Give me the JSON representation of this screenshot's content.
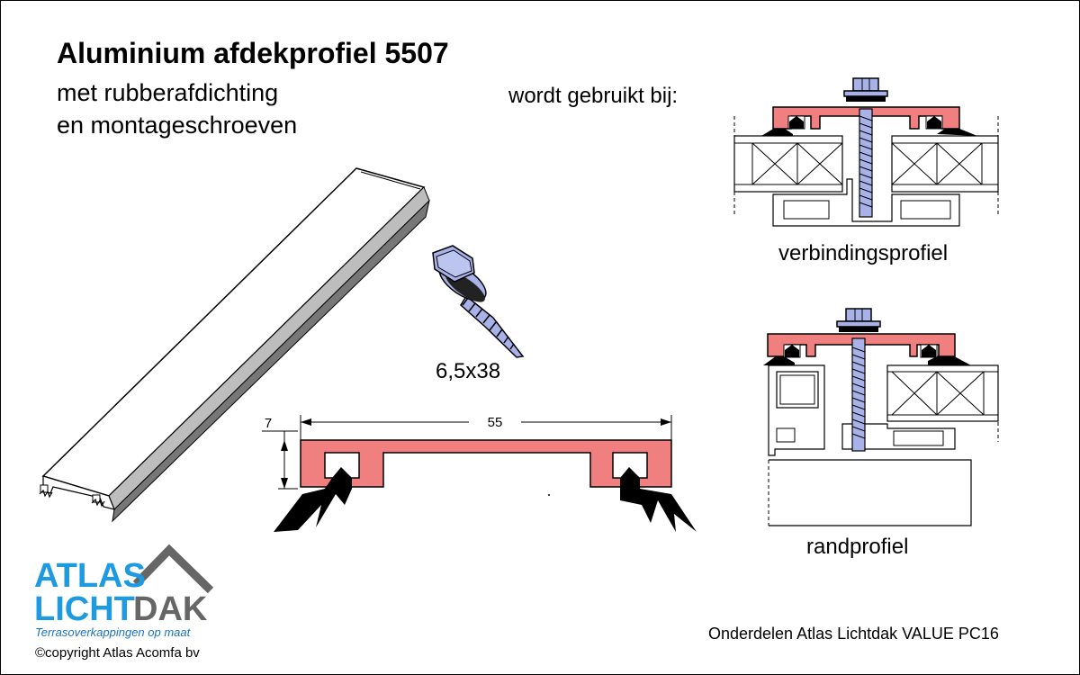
{
  "title": "Aluminium afdekprofiel 5507",
  "subtitle_line1": "met rubberafdichting",
  "subtitle_line2": "en montageschroeven",
  "used_with_label": "wordt gebruikt bij:",
  "screw_size_label": "6,5x38",
  "dimensions": {
    "height_label": "7",
    "width_label": "55"
  },
  "detail_labels": {
    "connection": "verbindingsprofiel",
    "edge": "randprofiel"
  },
  "logo": {
    "word1": "ATLAS",
    "word2a": "LICHT",
    "word2b": "DAK",
    "tagline": "Terrasoverkappingen op maat"
  },
  "copyright": "©copyright Atlas Acomfa bv",
  "footer": "Onderdelen Atlas Lichtdak VALUE PC16",
  "colors": {
    "profile_fill": "#f07f7f",
    "screw_fill": "#a8b2e8",
    "logo_blue": "#1e9be0",
    "logo_grey": "#666666",
    "seal_fill": "#000000"
  }
}
